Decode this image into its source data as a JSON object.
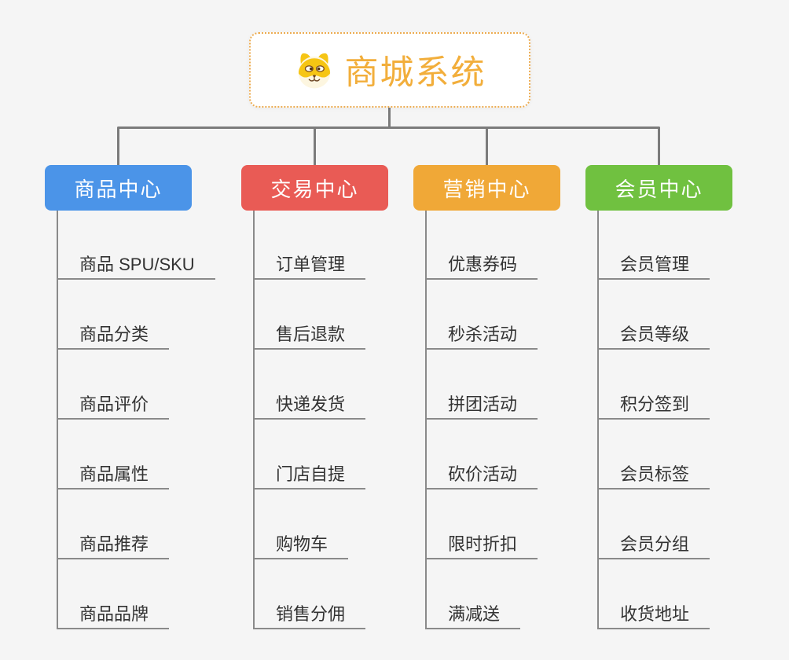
{
  "canvas": {
    "background": "#f5f5f5",
    "connector_color": "#7b7b7b",
    "child_line_color": "#8a8a8a"
  },
  "root": {
    "label": "商城系统",
    "icon": "dog-face-icon",
    "text_color": "#f2ae3b",
    "border_color": "#ecac52",
    "background": "#ffffff"
  },
  "branches": [
    {
      "label": "商品中心",
      "color": "#4b94e8",
      "items": [
        "商品 SPU/SKU",
        "商品分类",
        "商品评价",
        "商品属性",
        "商品推荐",
        "商品品牌"
      ]
    },
    {
      "label": "交易中心",
      "color": "#e95b55",
      "items": [
        "订单管理",
        "售后退款",
        "快递发货",
        "门店自提",
        "购物车",
        "销售分佣"
      ]
    },
    {
      "label": "营销中心",
      "color": "#f0a837",
      "items": [
        "优惠券码",
        "秒杀活动",
        "拼团活动",
        "砍价活动",
        "限时折扣",
        "满减送"
      ]
    },
    {
      "label": "会员中心",
      "color": "#70c140",
      "items": [
        "会员管理",
        "会员等级",
        "积分签到",
        "会员标签",
        "会员分组",
        "收货地址"
      ]
    }
  ]
}
